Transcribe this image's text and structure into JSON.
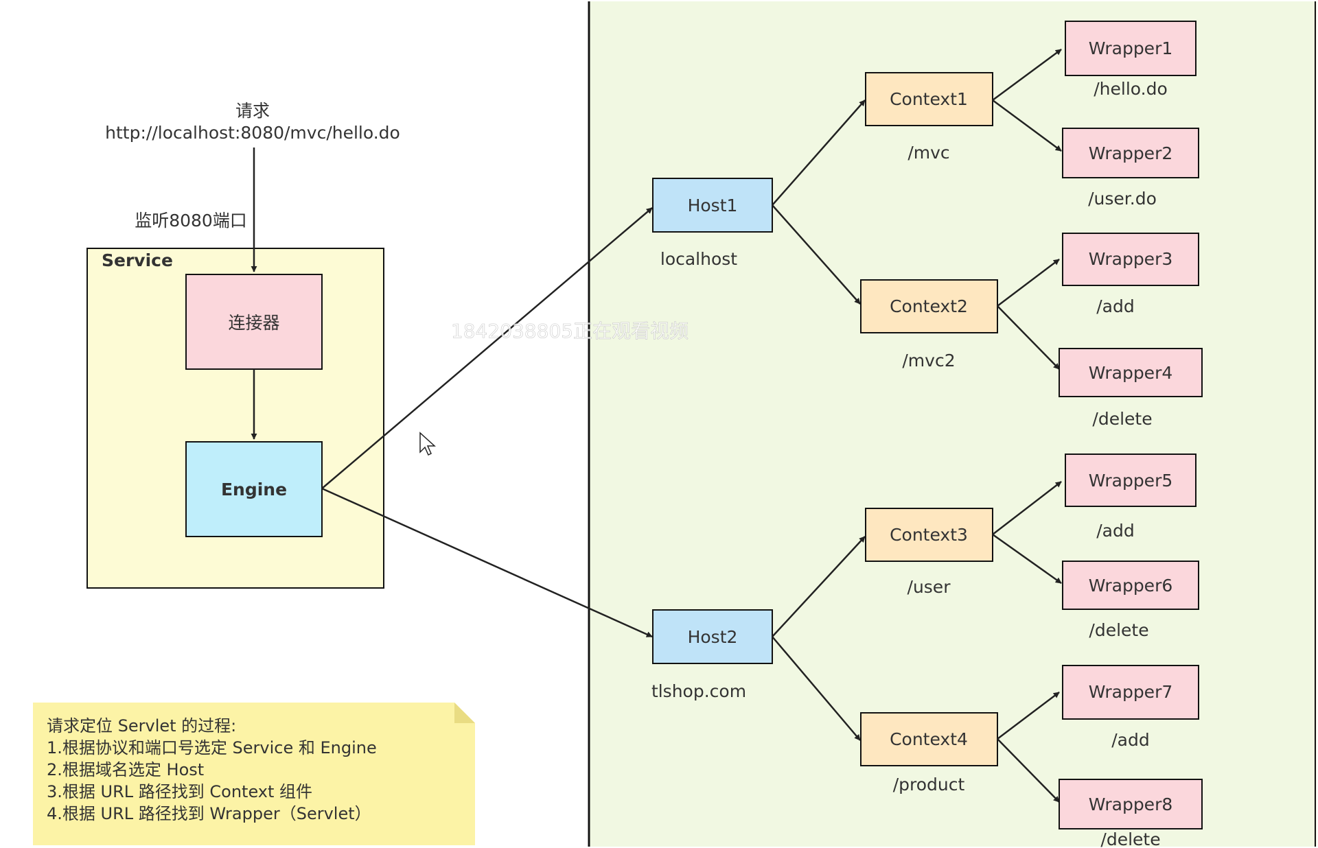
{
  "request": {
    "title": "请求",
    "url": "http://localhost:8080/mvc/hello.do",
    "port_label": "监听8080端口"
  },
  "service": {
    "title": "Service",
    "connector": "连接器",
    "engine": "Engine"
  },
  "hosts": [
    {
      "label": "Host1",
      "caption": "localhost"
    },
    {
      "label": "Host2",
      "caption": "tlshop.com"
    }
  ],
  "contexts": [
    {
      "label": "Context1",
      "caption": "/mvc"
    },
    {
      "label": "Context2",
      "caption": "/mvc2"
    },
    {
      "label": "Context3",
      "caption": "/user"
    },
    {
      "label": "Context4",
      "caption": "/product"
    }
  ],
  "wrappers": [
    {
      "label": "Wrapper1",
      "caption": "/hello.do"
    },
    {
      "label": "Wrapper2",
      "caption": "/user.do"
    },
    {
      "label": "Wrapper3",
      "caption": "/add"
    },
    {
      "label": "Wrapper4",
      "caption": "/delete"
    },
    {
      "label": "Wrapper5",
      "caption": "/add"
    },
    {
      "label": "Wrapper6",
      "caption": "/delete"
    },
    {
      "label": "Wrapper7",
      "caption": "/add"
    },
    {
      "label": "Wrapper8",
      "caption": "/delete"
    }
  ],
  "note": {
    "lines": [
      "请求定位 Servlet 的过程:",
      "1.根据协议和端口号选定 Service 和 Engine",
      "2.根据域名选定 Host",
      "3.根据 URL 路径找到 Context 组件",
      "4.根据 URL 路径找到 Wrapper（Servlet）"
    ]
  },
  "watermark": "1842038805正在观看视频",
  "colors": {
    "service_bg": "#fdfbd5",
    "connector_bg": "#fbd7dc",
    "engine_bg": "#bfeefb",
    "host_bg": "#bfe3f8",
    "context_bg": "#fee7c0",
    "wrapper_bg": "#fbd7dc",
    "panel_bg": "#f1f8e2",
    "note_bg": "#fcf3a6"
  }
}
